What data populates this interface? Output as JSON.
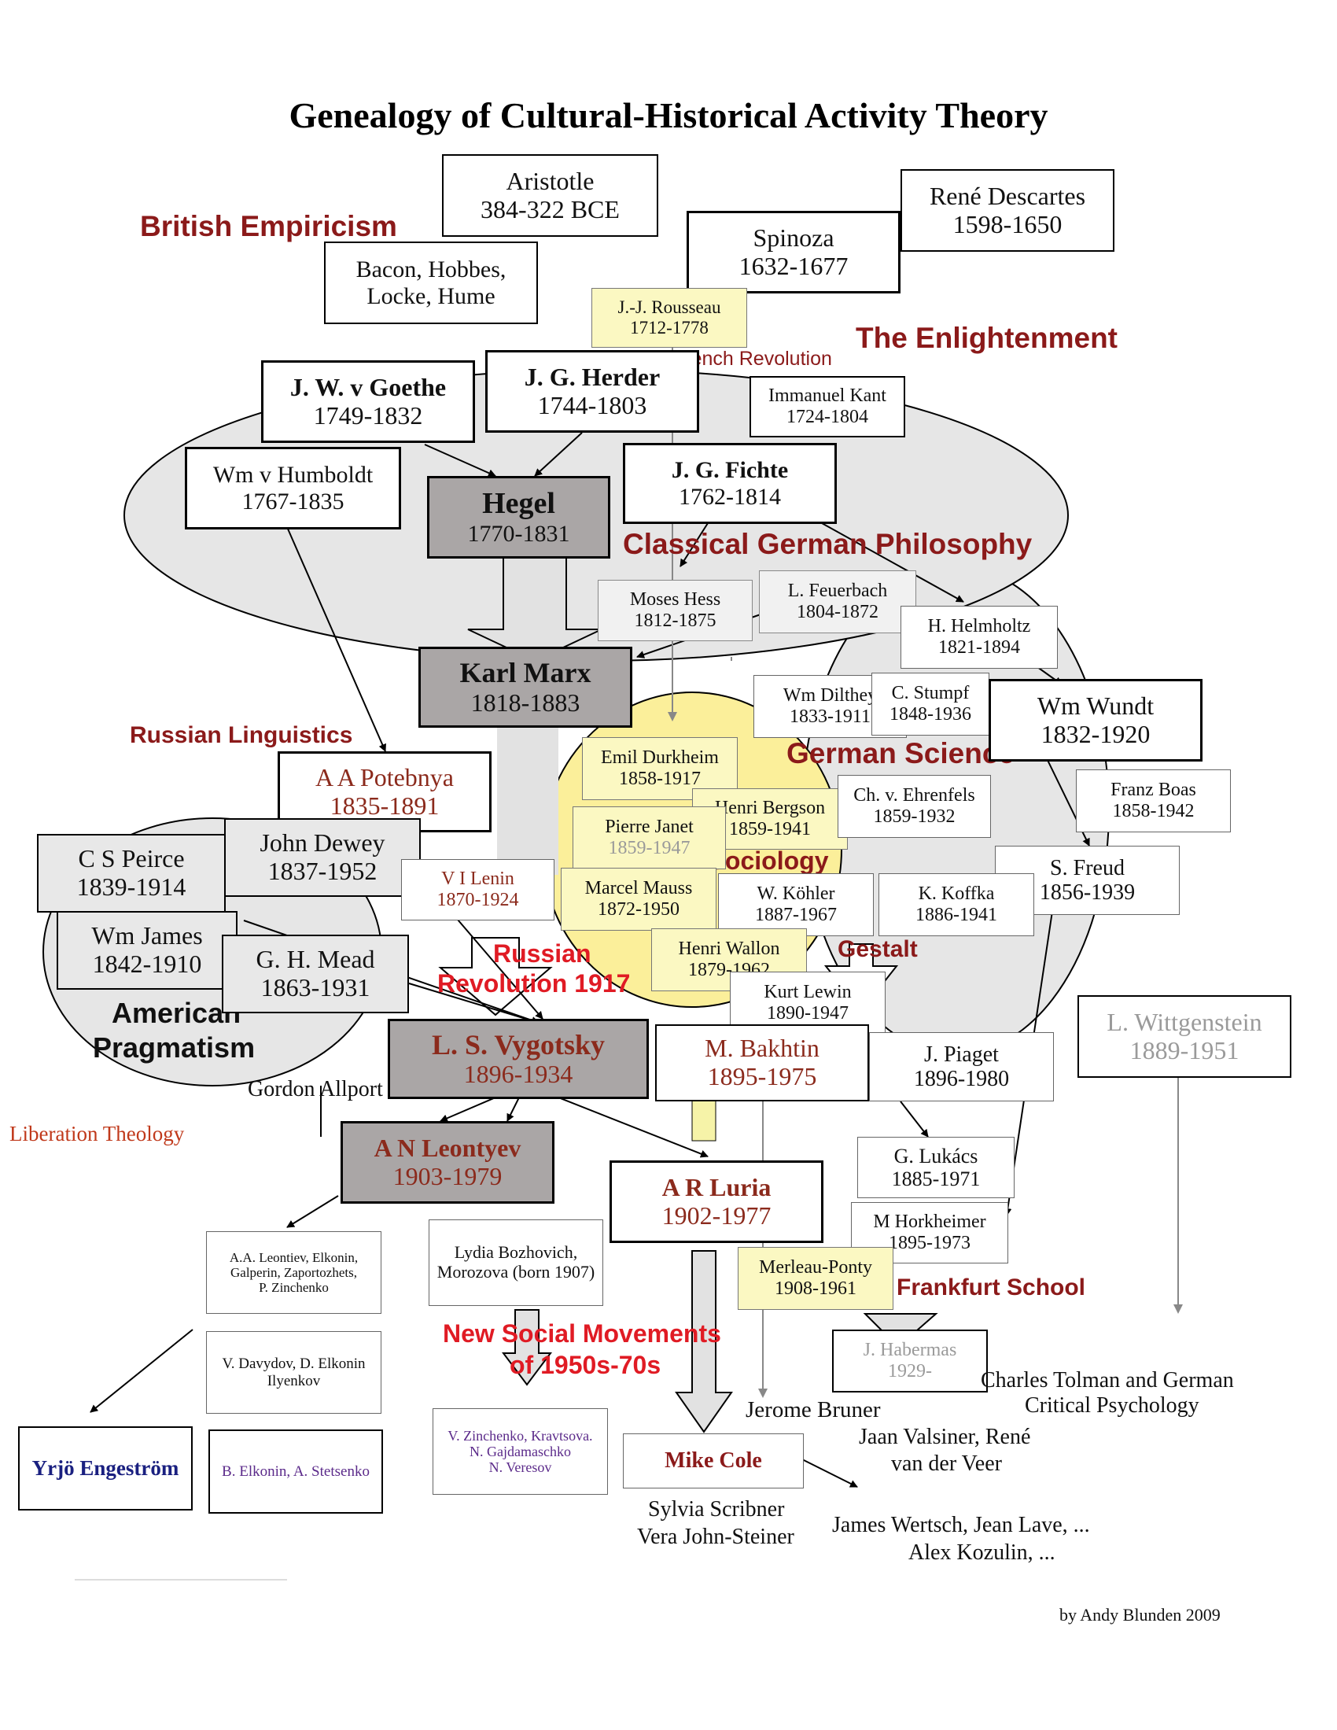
{
  "title": "Genealogy of Cultural-Historical Activity Theory",
  "credit": "by Andy Blunden 2009",
  "labels": {
    "british_empiricism": "British Empiricism",
    "enlightenment": "The Enlightenment",
    "french_revolution": "French Revolution",
    "classical_german": "Classical German Philosophy",
    "russian_linguistics": "Russian Linguistics",
    "german_science": "German Science",
    "french_sociology": "French Sociology",
    "gestalt": "Gestalt",
    "russian_revolution_1": "Russian",
    "russian_revolution_2": "Revolution 1917",
    "american_pragmatism_1": "American",
    "american_pragmatism_2": "Pragmatism",
    "liberation_theology": "Liberation Theology",
    "frankfurt_school": "Frankfurt School",
    "new_social_1": "New Social Movements",
    "new_social_2": "of 1950s-70s"
  },
  "people": {
    "aristotle": {
      "name": "Aristotle",
      "dates": "384-322 BCE"
    },
    "descartes": {
      "name": "René Descartes",
      "dates": "1598-1650"
    },
    "spinoza": {
      "name": "Spinoza",
      "dates": "1632-1677"
    },
    "bacon": {
      "name": "Bacon, Hobbes,",
      "dates": "Locke, Hume"
    },
    "rousseau": {
      "name": "J.-J. Rousseau",
      "dates": "1712-1778"
    },
    "goethe": {
      "name": "J. W. v Goethe",
      "dates": "1749-1832"
    },
    "herder": {
      "name": "J. G. Herder",
      "dates": "1744-1803"
    },
    "kant": {
      "name": "Immanuel Kant",
      "dates": "1724-1804"
    },
    "humboldt": {
      "name": "Wm v Humboldt",
      "dates": "1767-1835"
    },
    "hegel": {
      "name": "Hegel",
      "dates": "1770-1831"
    },
    "fichte": {
      "name": "J. G. Fichte",
      "dates": "1762-1814"
    },
    "hess": {
      "name": "Moses Hess",
      "dates": "1812-1875"
    },
    "feuerbach": {
      "name": "L. Feuerbach",
      "dates": "1804-1872"
    },
    "helmholtz": {
      "name": "H. Helmholtz",
      "dates": "1821-1894"
    },
    "marx": {
      "name": "Karl Marx",
      "dates": "1818-1883"
    },
    "dilthey": {
      "name": "Wm Dilthey",
      "dates": "1833-1911"
    },
    "stumpf": {
      "name": "C. Stumpf",
      "dates": "1848-1936"
    },
    "wundt": {
      "name": "Wm Wundt",
      "dates": "1832-1920"
    },
    "potebnya": {
      "name": "A A Potebnya",
      "dates": "1835-1891"
    },
    "durkheim": {
      "name": "Emil Durkheim",
      "dates": "1858-1917"
    },
    "bergson": {
      "name": "Henri Bergson",
      "dates": "1859-1941"
    },
    "ehrenfels": {
      "name": "Ch. v. Ehrenfels",
      "dates": "1859-1932"
    },
    "boas": {
      "name": "Franz Boas",
      "dates": "1858-1942"
    },
    "peirce": {
      "name": "C S Peirce",
      "dates": "1839-1914"
    },
    "dewey": {
      "name": "John Dewey",
      "dates": "1837-1952"
    },
    "lenin": {
      "name": "V I Lenin",
      "dates": "1870-1924"
    },
    "janet": {
      "name": "Pierre Janet",
      "dates": "1859-1947"
    },
    "freud": {
      "name": "S. Freud",
      "dates": "1856-1939"
    },
    "mauss": {
      "name": "Marcel Mauss",
      "dates": "1872-1950"
    },
    "kohler": {
      "name": "W. Köhler",
      "dates": "1887-1967"
    },
    "koffka": {
      "name": "K. Koffka",
      "dates": "1886-1941"
    },
    "james": {
      "name": "Wm James",
      "dates": "1842-1910"
    },
    "mead": {
      "name": "G. H. Mead",
      "dates": "1863-1931"
    },
    "wallon": {
      "name": "Henri Wallon",
      "dates": "1879-1962"
    },
    "lewin": {
      "name": "Kurt Lewin",
      "dates": "1890-1947"
    },
    "wittgenstein": {
      "name": "L. Wittgenstein",
      "dates": "1889-1951"
    },
    "vygotsky": {
      "name": "L. S. Vygotsky",
      "dates": "1896-1934"
    },
    "bakhtin": {
      "name": "M. Bakhtin",
      "dates": "1895-1975"
    },
    "piaget": {
      "name": "J. Piaget",
      "dates": "1896-1980"
    },
    "lukacs": {
      "name": "G. Lukács",
      "dates": "1885-1971"
    },
    "leontyev": {
      "name": "A N Leontyev",
      "dates": "1903-1979"
    },
    "luria": {
      "name": "A R Luria",
      "dates": "1902-1977"
    },
    "horkheimer": {
      "name": "M Horkheimer",
      "dates": "1895-1973"
    },
    "merleau": {
      "name": "Merleau-Ponty",
      "dates": "1908-1961"
    },
    "habermas": {
      "name": "J. Habermas",
      "dates": "1929-"
    }
  },
  "groups": {
    "leontiev_school": [
      "A.A. Leontiev, Elkonin,",
      "Galperin, Zaportozhets,",
      "P. Zinchenko"
    ],
    "bozhovich": [
      "Lydia Bozhovich,",
      "Morozova (born 1907)"
    ],
    "davydov": [
      "V. Davydov, D. Elkonin",
      "Ilyenkov"
    ],
    "engestrom": "Yrjö Engeström",
    "elkonin_b": "B. Elkonin, A. Stetsenko",
    "zinchenko": [
      "V. Zinchenko, Kravtsova.",
      "N. Gajdamaschko",
      "N. Veresov"
    ],
    "cole": "Mike Cole"
  },
  "free_text": {
    "allport": "Gordon Allport",
    "bruner": "Jerome Bruner",
    "tolman_1": "Charles Tolman and German",
    "tolman_2": "Critical Psychology",
    "valsiner_1": "Jaan Valsiner, René",
    "valsiner_2": "van der Veer",
    "scribner_1": "Sylvia Scribner",
    "scribner_2": "Vera John-Steiner",
    "wertsch_1": "James Wertsch,  Jean Lave, ...",
    "wertsch_2": "Alex Kozulin, ..."
  },
  "colors": {
    "maroon_label": "#8b1a1a",
    "red_label": "#e01b24",
    "yellow_region": "#fbef9a",
    "gray_region": "#e6e6e6",
    "dark_box": "#aaa6a6"
  }
}
